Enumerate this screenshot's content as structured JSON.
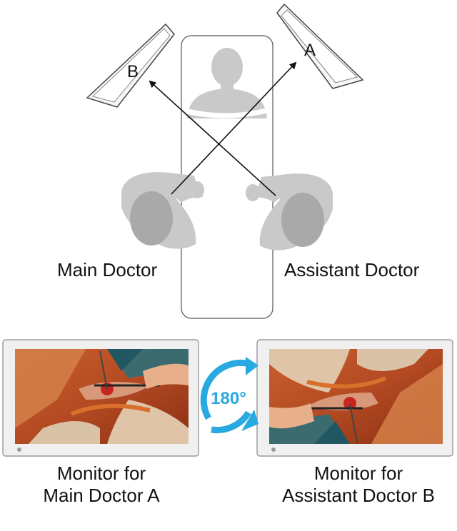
{
  "top_scene": {
    "monitor_a_letter": "A",
    "monitor_b_letter": "B",
    "main_doctor_label": "Main Doctor",
    "assistant_doctor_label": "Assistant Doctor"
  },
  "bottom_scene": {
    "rotation_label": "180°",
    "monitor_left_caption_line1": "Monitor for",
    "monitor_left_caption_line2": "Main Doctor A",
    "monitor_right_caption_line1": "Monitor for",
    "monitor_right_caption_line2": "Assistant Doctor B"
  },
  "colors": {
    "rotation_arrow": "#29a9e1",
    "figure_gray": "#c9c9c9",
    "figure_dark_gray": "#a9a9a9",
    "monitor_bezel": "#f0f0f0",
    "outline": "#555555"
  }
}
